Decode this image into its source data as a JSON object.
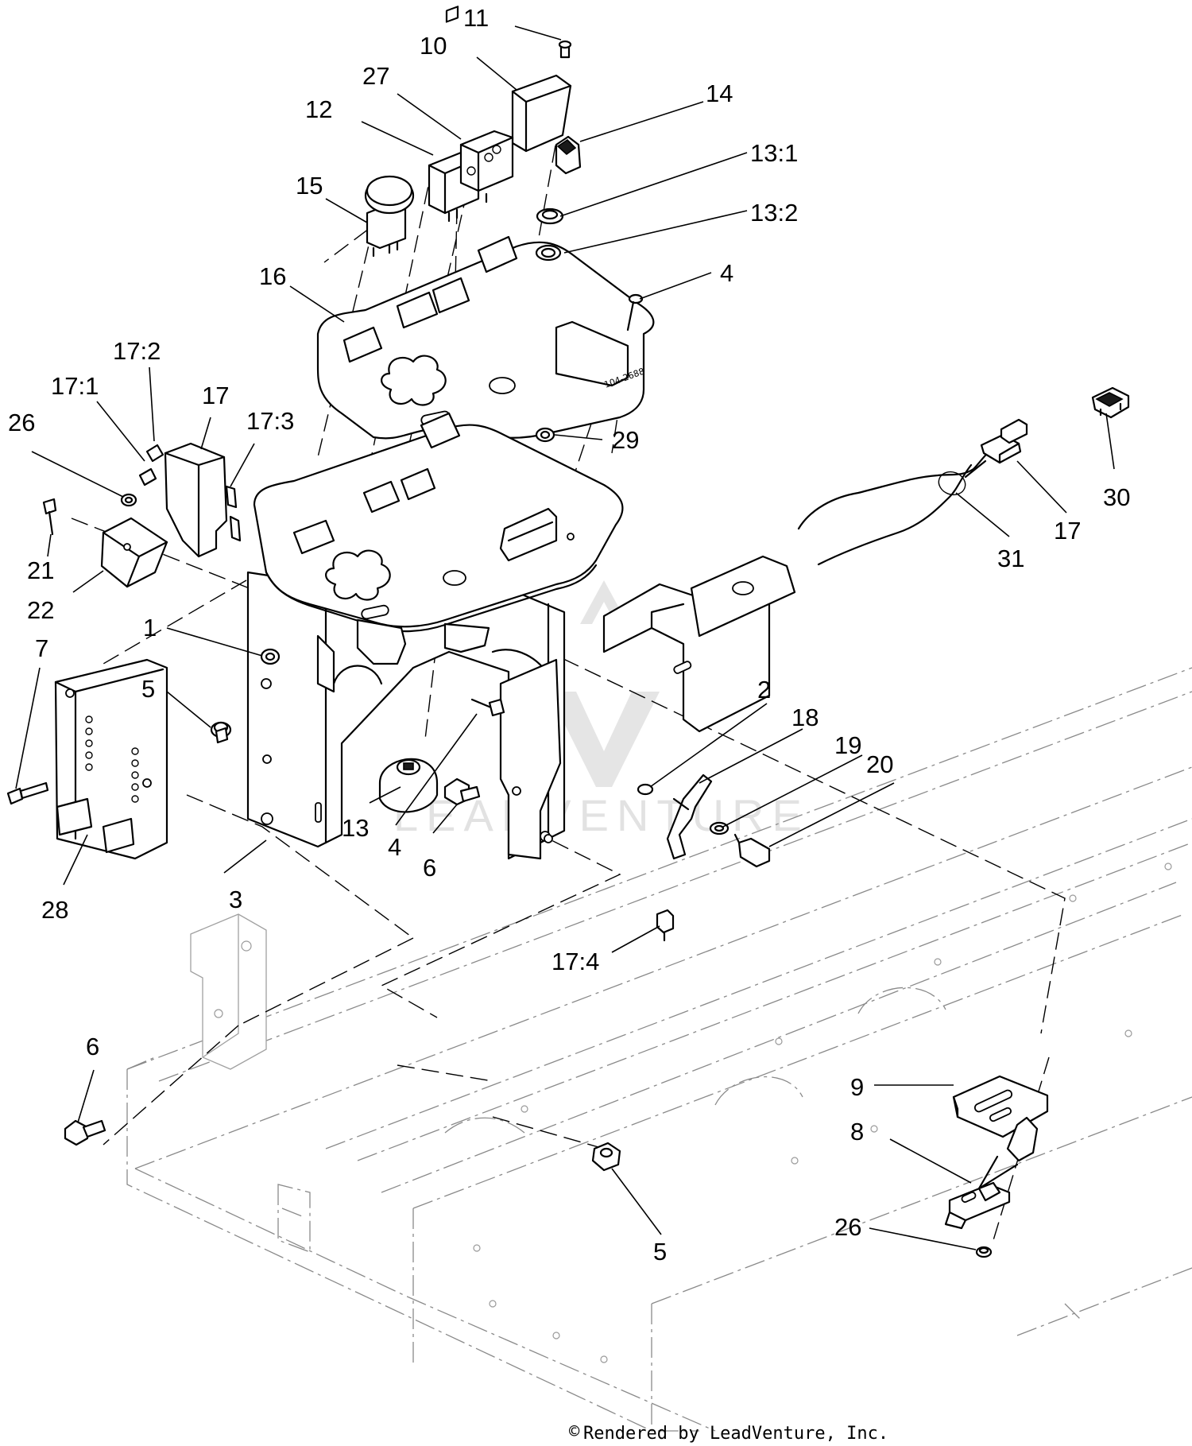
{
  "callouts": [
    "11",
    "10",
    "27",
    "14",
    "12",
    "13:1",
    "15",
    "13:2",
    "16",
    "4",
    "17:2",
    "17:1",
    "17",
    "17:3",
    "26",
    "29",
    "21",
    "22",
    "30",
    "17",
    "31",
    "1",
    "7",
    "5",
    "2",
    "18",
    "19",
    "20",
    "13",
    "4",
    "6",
    "28",
    "3",
    "17:4",
    "6",
    "9",
    "8",
    "5",
    "26"
  ],
  "watermark": "LEADVENTURE",
  "footer": {
    "symbol": "©",
    "text": "Rendered by LeadVenture, Inc."
  }
}
